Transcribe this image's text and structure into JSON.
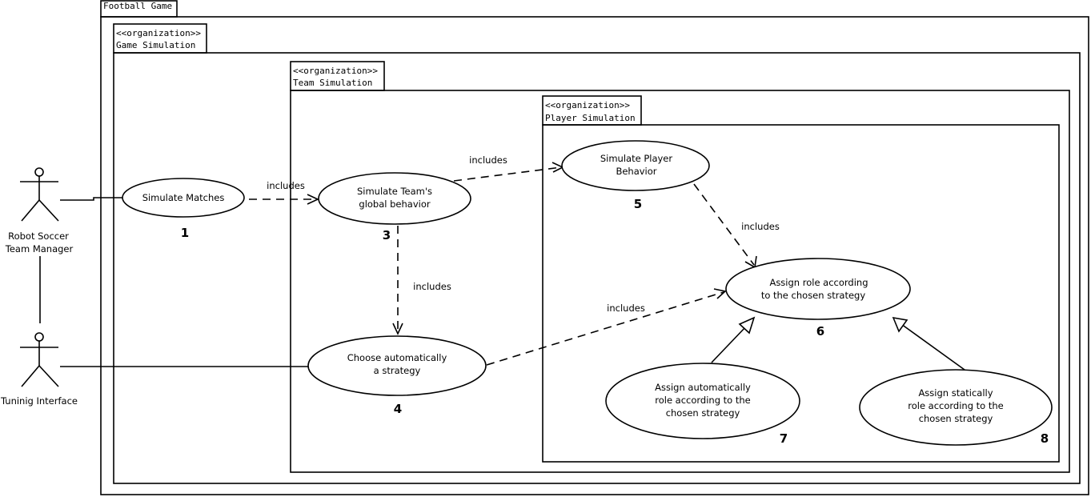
{
  "packages": {
    "football_game": {
      "name": "Football Game"
    },
    "game_simulation": {
      "stereotype": "<<organization>>",
      "name": "Game Simulation"
    },
    "team_simulation": {
      "stereotype": "<<organization>>",
      "name": "Team Simulation"
    },
    "player_simulation": {
      "stereotype": "<<organization>>",
      "name": "Player Simulation"
    }
  },
  "actors": {
    "manager": {
      "line1": "Robot Soccer",
      "line2": "Team Manager"
    },
    "tuning": {
      "line1": "Tuninig Interface"
    }
  },
  "use_cases": {
    "uc1": {
      "lines": [
        "Simulate Matches"
      ],
      "number": "1"
    },
    "uc3": {
      "lines": [
        "Simulate Team's",
        "global behavior"
      ],
      "number": "3"
    },
    "uc4": {
      "lines": [
        "Choose automatically",
        "a strategy"
      ],
      "number": "4"
    },
    "uc5": {
      "lines": [
        "Simulate Player",
        "Behavior"
      ],
      "number": "5"
    },
    "uc6": {
      "lines": [
        "Assign role according",
        "to the chosen strategy"
      ],
      "number": "6"
    },
    "uc7": {
      "lines": [
        "Assign automatically",
        "role according to the",
        "chosen strategy"
      ],
      "number": "7"
    },
    "uc8": {
      "lines": [
        "Assign statically",
        "role according to the",
        "chosen strategy"
      ],
      "number": "8"
    }
  },
  "relations": {
    "r1_3": "includes",
    "r3_5": "includes",
    "r3_4": "includes",
    "r5_6": "includes",
    "r4_6": "includes"
  }
}
